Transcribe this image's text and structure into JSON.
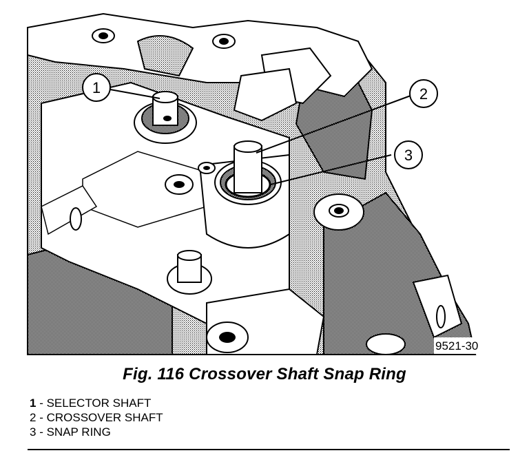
{
  "figure": {
    "caption": "Fig. 116 Crossover Shaft Snap Ring",
    "code": "9521-30"
  },
  "callouts": [
    {
      "number": "1"
    },
    {
      "number": "2"
    },
    {
      "number": "3"
    }
  ],
  "legend": [
    {
      "number": "1",
      "label": "SELECTOR SHAFT"
    },
    {
      "number": "2",
      "label": "CROSSOVER SHAFT"
    },
    {
      "number": "3",
      "label": "SNAP RING"
    }
  ]
}
